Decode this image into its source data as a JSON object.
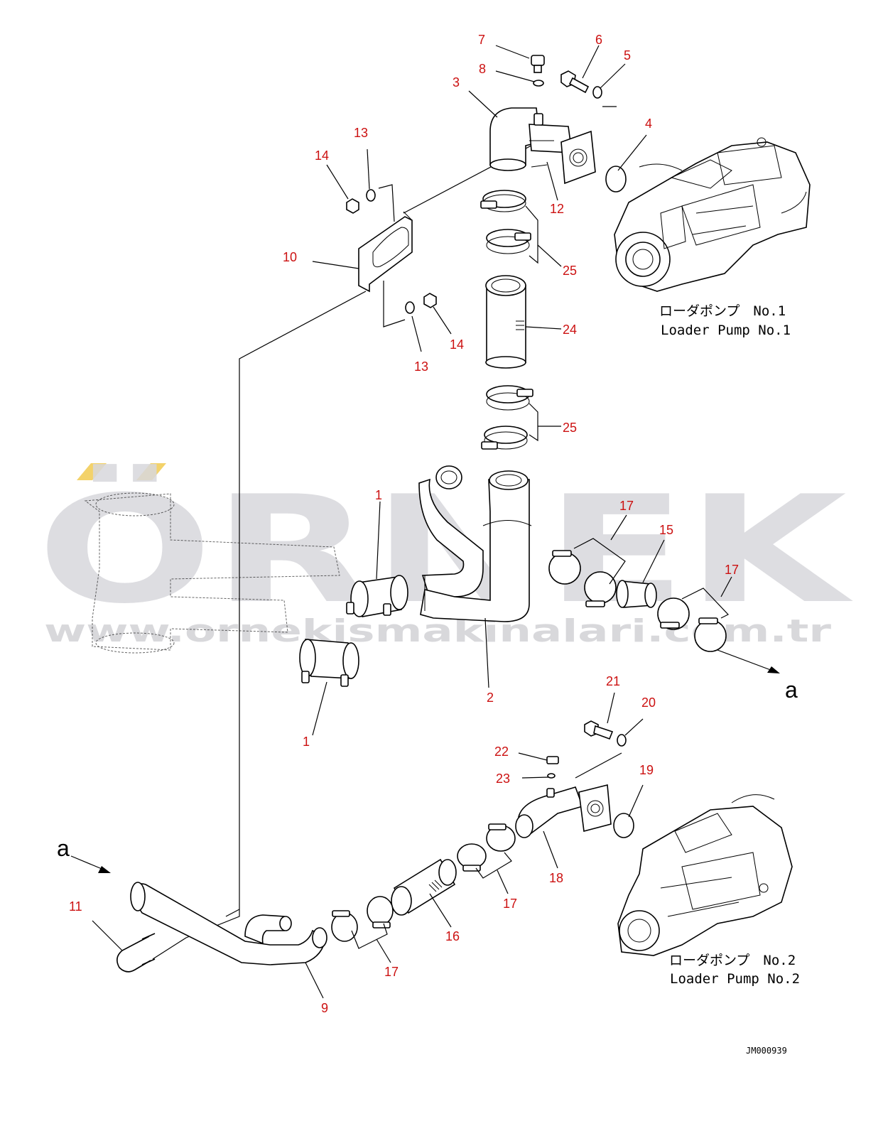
{
  "watermark": {
    "brand": "ÖRNEK",
    "url": "www.ornekismakinalari.com.tr",
    "accent_color": "#f3d26a",
    "text_color": "#d8d8dc"
  },
  "part_labels": [
    {
      "id": "p7",
      "text": "7"
    },
    {
      "id": "p6",
      "text": "6"
    },
    {
      "id": "p8",
      "text": "8"
    },
    {
      "id": "p5",
      "text": "5"
    },
    {
      "id": "p3",
      "text": "3"
    },
    {
      "id": "p13a",
      "text": "13"
    },
    {
      "id": "p4",
      "text": "4"
    },
    {
      "id": "p14a",
      "text": "14"
    },
    {
      "id": "p12",
      "text": "12"
    },
    {
      "id": "p10",
      "text": "10"
    },
    {
      "id": "p25a",
      "text": "25"
    },
    {
      "id": "p24",
      "text": "24"
    },
    {
      "id": "p14b",
      "text": "14"
    },
    {
      "id": "p13b",
      "text": "13"
    },
    {
      "id": "p25b",
      "text": "25"
    },
    {
      "id": "p1a",
      "text": "1"
    },
    {
      "id": "p17a",
      "text": "17"
    },
    {
      "id": "p15",
      "text": "15"
    },
    {
      "id": "p17b",
      "text": "17"
    },
    {
      "id": "p2",
      "text": "2"
    },
    {
      "id": "p1b",
      "text": "1"
    },
    {
      "id": "p21",
      "text": "21"
    },
    {
      "id": "p20",
      "text": "20"
    },
    {
      "id": "p22",
      "text": "22"
    },
    {
      "id": "p23",
      "text": "23"
    },
    {
      "id": "p19",
      "text": "19"
    },
    {
      "id": "p18",
      "text": "18"
    },
    {
      "id": "p11",
      "text": "11"
    },
    {
      "id": "p17c",
      "text": "17"
    },
    {
      "id": "p16",
      "text": "16"
    },
    {
      "id": "p17d",
      "text": "17"
    },
    {
      "id": "p9",
      "text": "9"
    }
  ],
  "markers": {
    "a_top": "a",
    "a_bottom": "a"
  },
  "captions": {
    "pump1_jp": "ローダポンプ　No.1",
    "pump1_en": "Loader Pump No.1",
    "pump2_jp": "ローダポンプ　No.2",
    "pump2_en": "Loader Pump No.2"
  },
  "drawing_code": "JM000939"
}
